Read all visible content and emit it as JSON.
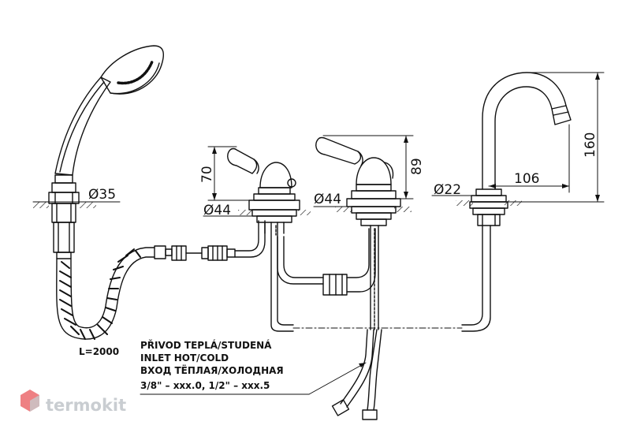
{
  "dimensions": {
    "hose_diameter": "Ø35",
    "valve_left_diameter": "Ø44",
    "valve_left_height": "70",
    "valve_right_diameter": "Ø44",
    "valve_right_height": "89",
    "spout_diameter": "Ø22",
    "spout_reach": "106",
    "spout_height": "160"
  },
  "hose_length": "L=2000",
  "inlet_note": {
    "line1": "PŘIVOD TEPLÁ/STUDENÁ",
    "line2": "INLET HOT/COLD",
    "line3": "ВХОД ТЁПЛАЯ/ХОЛОДНАЯ",
    "line4": "3/8\" – xxx.0, 1/2\" – xxx.5"
  },
  "watermark": "termokit",
  "colors": {
    "line": "#111111",
    "watermark_red": "#e8555a",
    "watermark_gray": "#c9cdd1"
  }
}
